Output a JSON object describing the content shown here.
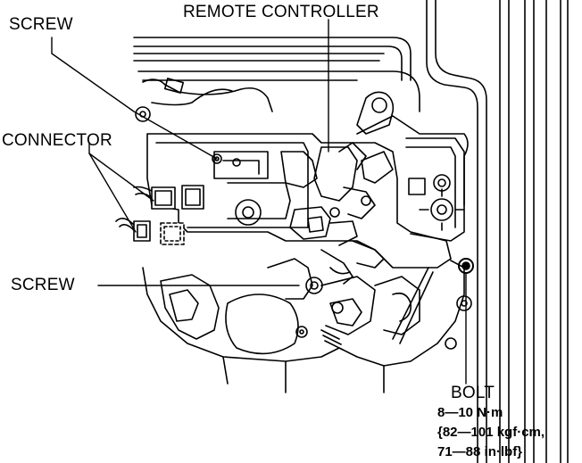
{
  "labels": {
    "screw_top": "SCREW",
    "remote_controller": "REMOTE CONTROLLER",
    "connector": "CONNECTOR",
    "screw_bottom": "SCREW",
    "bolt": "BOLT"
  },
  "torque_spec": {
    "line1": "8—10 N·m",
    "line2": "{82—101 kgf·cm,",
    "line3": "71—88 in·lbf}"
  }
}
